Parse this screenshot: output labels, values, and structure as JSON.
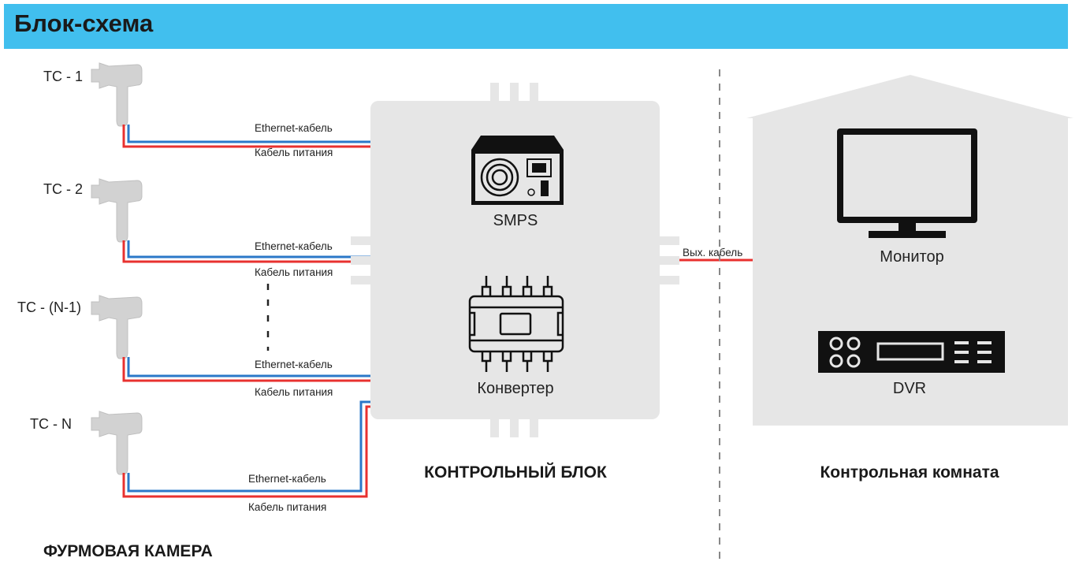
{
  "header": {
    "title": "Блок-схема"
  },
  "cameras": [
    {
      "label": "TC - 1",
      "ethernet": "Ethernet-кабель",
      "power": "Кабель питания"
    },
    {
      "label": "TC - 2",
      "ethernet": "Ethernet-кабель",
      "power": "Кабель питания"
    },
    {
      "label": "TC - (N-1)",
      "ethernet": "Ethernet-кабель",
      "power": "Кабель питания"
    },
    {
      "label": "TC - N",
      "ethernet": "Ethernet-кабель",
      "power": "Кабель питания"
    }
  ],
  "camera_section": {
    "title": "ФУРМОВАЯ КАМЕРА"
  },
  "control_block": {
    "title": "КОНТРОЛЬНЫЙ БЛОК",
    "smps": "SMPS",
    "converter": "Конвертер"
  },
  "output_cable": "Вых. кабель",
  "control_room": {
    "title": "Контрольная комната",
    "monitor": "Монитор",
    "dvr": "DVR"
  },
  "colors": {
    "header": "#41bfee",
    "ethernet": "#2b78c8",
    "power": "#e8312f",
    "panel": "#e6e6e6"
  }
}
